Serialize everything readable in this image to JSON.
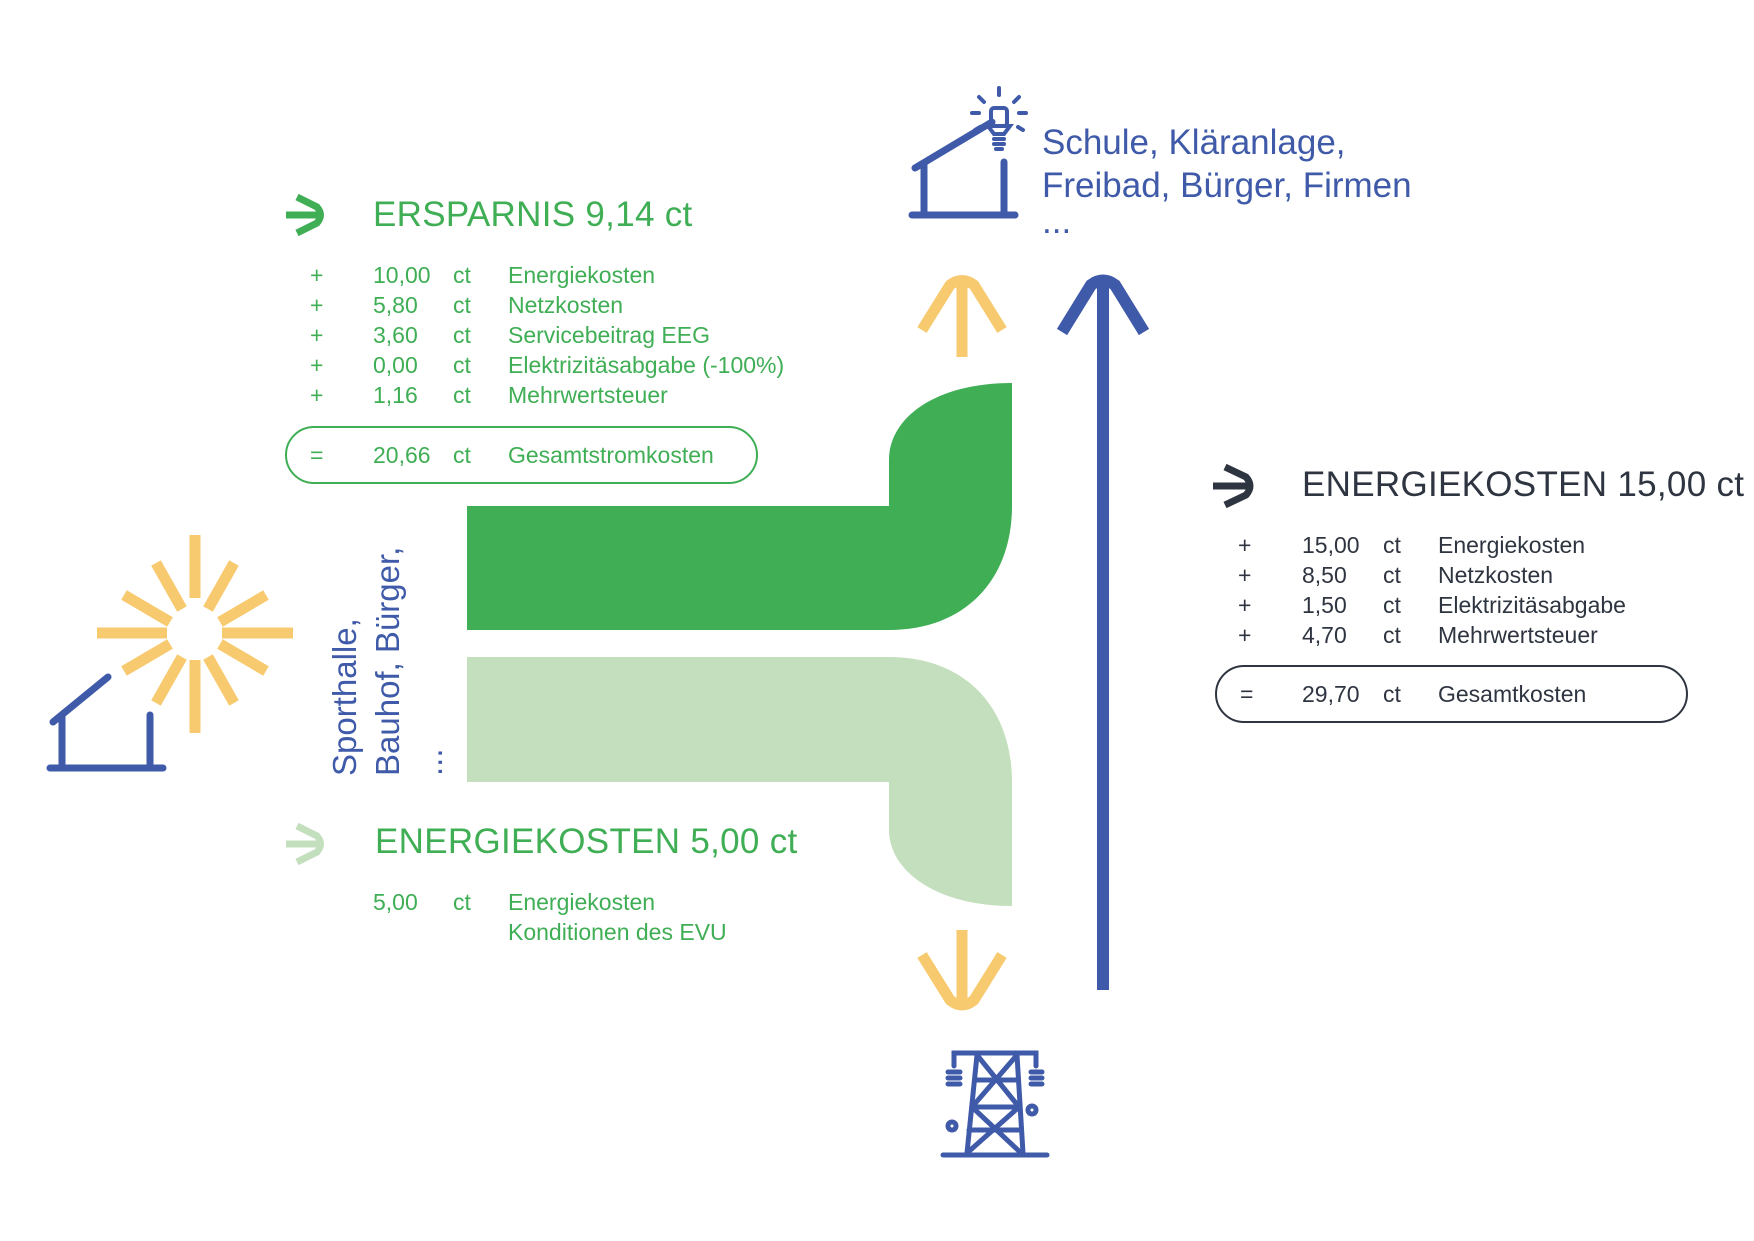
{
  "colors": {
    "green": "#3FAE55",
    "light_green": "#C4DFBD",
    "yellow": "#F7CA70",
    "blue": "#3F5AA8",
    "dark": "#2E3540"
  },
  "destination": {
    "icon": "house-with-lightbulb-icon",
    "lines": [
      "Schule, Kläranlage,",
      "Freibad, Bürger, Firmen",
      "..."
    ]
  },
  "producer": {
    "icon": "house-with-sun-icon",
    "lines": [
      "Sporthalle,",
      "Bauhof, Bürger,",
      "..."
    ]
  },
  "grid_icon": "power-pylon-icon",
  "savings": {
    "icon": "arrow-right-icon",
    "title": "ERSPARNIS 9,14 ct",
    "rows": [
      {
        "op": "+",
        "value": "10,00",
        "unit": "ct",
        "label": "Energiekosten"
      },
      {
        "op": "+",
        "value": "5,80",
        "unit": "ct",
        "label": "Netzkosten"
      },
      {
        "op": "+",
        "value": "3,60",
        "unit": "ct",
        "label": "Servicebeitrag EEG"
      },
      {
        "op": "+",
        "value": "0,00",
        "unit": "ct",
        "label": "Elektrizitäsabgabe (-100%)"
      },
      {
        "op": "+",
        "value": "1,16",
        "unit": "ct",
        "label": "Mehrwertsteuer"
      }
    ],
    "total": {
      "op": "=",
      "value": "20,66",
      "unit": "ct",
      "label": "Gesamtstromkosten"
    }
  },
  "feed_in": {
    "icon": "arrow-right-icon",
    "title": "ENERGIEKOSTEN 5,00 ct",
    "row": {
      "value": "5,00",
      "unit": "ct",
      "label": "Energiekosten",
      "sublabel": "Konditionen des EVU"
    }
  },
  "grid_costs": {
    "icon": "arrow-right-icon",
    "title": "ENERGIEKOSTEN 15,00 ct",
    "rows": [
      {
        "op": "+",
        "value": "15,00",
        "unit": "ct",
        "label": "Energiekosten"
      },
      {
        "op": "+",
        "value": "8,50",
        "unit": "ct",
        "label": "Netzkosten"
      },
      {
        "op": "+",
        "value": "1,50",
        "unit": "ct",
        "label": "Elektrizitäsabgabe"
      },
      {
        "op": "+",
        "value": "4,70",
        "unit": "ct",
        "label": "Mehrwertsteuer"
      }
    ],
    "total": {
      "op": "=",
      "value": "29,70",
      "unit": "ct",
      "label": "Gesamtkosten"
    }
  }
}
